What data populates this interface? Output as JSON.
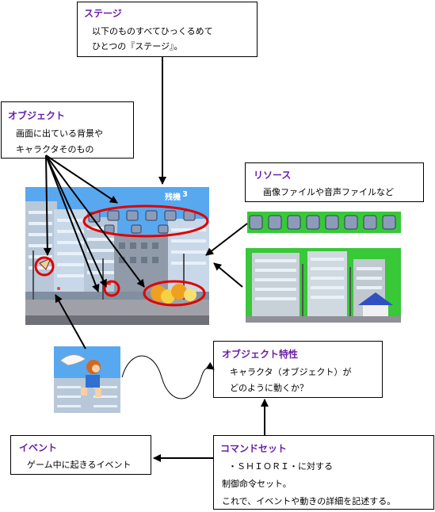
{
  "stage": {
    "title": "ステージ",
    "lines": [
      "以下のものすべてひっくるめて",
      "ひとつの『ステージ』。"
    ]
  },
  "object": {
    "title": "オブジェクト",
    "lines": [
      "画面に出ている背景や",
      "キャラクタそのもの"
    ]
  },
  "resource": {
    "title": "リソース",
    "lines": [
      "画像ファイルや音声ファイルなど"
    ]
  },
  "object_props": {
    "title": "オブジェクト特性",
    "lines": [
      "キャラクタ（オブジェクト）が",
      "どのように動くか？"
    ]
  },
  "event": {
    "title": "イベント",
    "lines": [
      "ゲーム中に起きるイベント"
    ]
  },
  "command_set": {
    "title": "コマンドセット",
    "lines": [
      "・ＳＨＩＯＲＩ・に対する",
      "制御命令セット。",
      "これで、イベントや動きの詳細を記述する。"
    ]
  },
  "game": {
    "lives_label": "残機",
    "lives_value": "3"
  },
  "colors": {
    "title_purple": "#6a1ea8",
    "sky_blue": "#58a8f0",
    "green": "#38c838",
    "highlight_red": "#e00000"
  }
}
